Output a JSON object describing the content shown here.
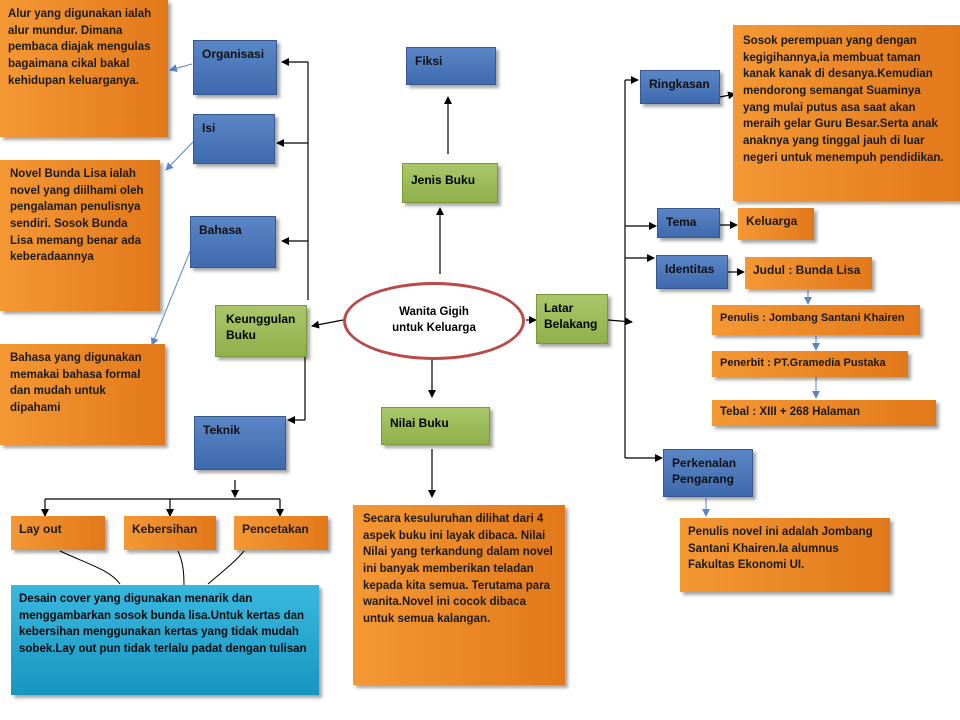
{
  "center": "Wanita Gigih\nuntuk Keluarga",
  "nodes": {
    "fiksi": "Fiksi",
    "jenis_buku": "Jenis Buku",
    "nilai_buku": "Nilai Buku",
    "latar_belakang": "Latar\nBelakang",
    "keunggulan_buku": "Keunggulan\nBuku",
    "organisasi": "Organisasi",
    "isi": "Isi",
    "bahasa": "Bahasa",
    "teknik": "Teknik",
    "ringkasan": "Ringkasan",
    "tema": "Tema",
    "identitas": "Identitas",
    "perkenalan_pengarang": "Perkenalan\nPengarang",
    "keluarga": "Keluarga",
    "judul": "Judul : Bunda Lisa",
    "penulis": "Penulis : Jombang Santani Khairen",
    "penerbit": "Penerbit : PT.Gramedia Pustaka",
    "tebal": "Tebal : XIII + 268 Halaman",
    "lay_out": "Lay out",
    "kebersihan": "Kebersihan",
    "pencetakan": "Pencetakan"
  },
  "notes": {
    "organisasi": "Alur yang digunakan ialah alur mundur. Dimana pembaca diajak mengulas bagaimana cikal bakal kehidupan keluarganya.",
    "isi": "Novel Bunda Lisa ialah novel yang diilhami oleh pengalaman penulisnya sendiri. Sosok Bunda Lisa memang benar ada keberadaannya",
    "bahasa": "Bahasa yang digunakan memakai bahasa formal dan mudah untuk dipahami",
    "teknik": "Desain cover yang digunakan menarik dan menggambarkan sosok bunda lisa.Untuk kertas dan kebersihan menggunakan kertas yang tidak mudah sobek.Lay out pun tidak terlalu padat dengan tulisan",
    "nilai": "Secara kesuluruhan dilihat dari 4 aspek buku ini layak dibaca. Nilai Nilai yang terkandung dalam novel ini banyak memberikan teladan kepada kita semua. Terutama para wanita.Novel ini cocok dibaca untuk semua kalangan.",
    "ringkasan": "Sosok perempuan yang dengan kegigihannya,ia membuat taman kanak kanak di desanya.Kemudian mendorong semangat Suaminya yang mulai putus asa saat akan meraih gelar Guru Besar.Serta anak anaknya yang tinggal jauh di luar negeri untuk menempuh pendidikan.",
    "pengarang": "Penulis novel ini adalah Jombang Santani Khairen.Ia alumnus Fakultas Ekonomi UI."
  },
  "colors": {
    "blue": "#4a76b8",
    "green": "#9bbb59",
    "orange": "#f08a24",
    "cyan": "#2aa8d2",
    "ellipse_border": "#b94a48"
  }
}
